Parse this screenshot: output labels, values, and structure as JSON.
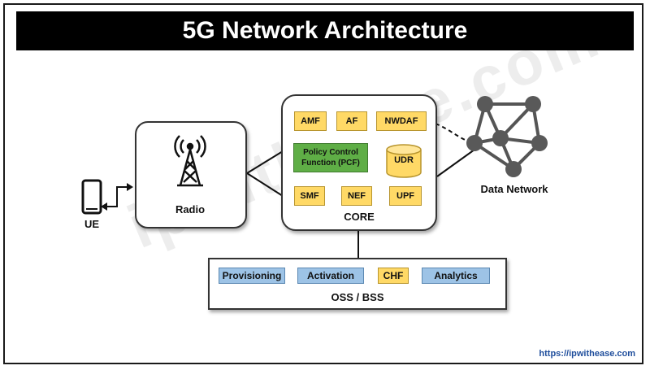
{
  "title": "5G Network Architecture",
  "watermark": "ipwithease.com",
  "ue": {
    "label": "UE"
  },
  "radio": {
    "label": "Radio"
  },
  "core": {
    "label": "CORE",
    "functions": {
      "amf": "AMF",
      "af": "AF",
      "nwdaf": "NWDAF",
      "pcf_line1": "Policy Control",
      "pcf_line2": "Function (PCF)",
      "udr": "UDR",
      "smf": "SMF",
      "nef": "NEF",
      "upf": "UPF"
    }
  },
  "data_network": {
    "label": "Data Network"
  },
  "oss_bss": {
    "label": "OSS / BSS",
    "items": {
      "provisioning": "Provisioning",
      "activation": "Activation",
      "chf": "CHF",
      "analytics": "Analytics"
    }
  },
  "footer_url": "https://ipwithease.com",
  "colors": {
    "yellow": "#ffd966",
    "green": "#5fae46",
    "blue": "#9dc3e6",
    "node": "#595959",
    "url": "#1f4e9c"
  }
}
